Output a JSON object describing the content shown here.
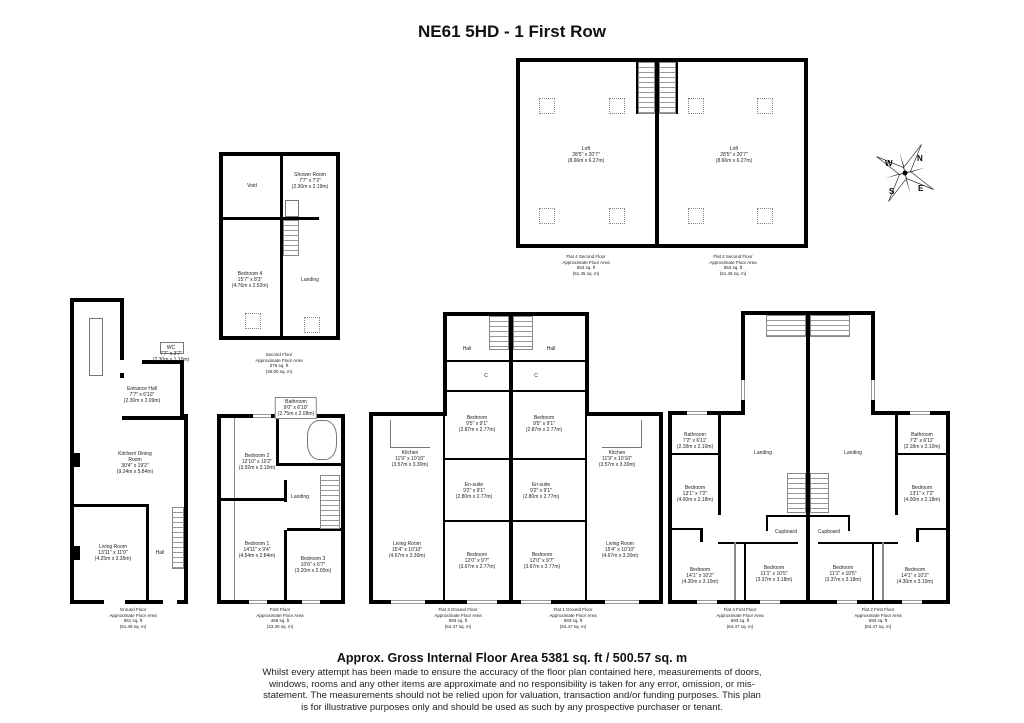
{
  "title": "NE61 5HD - 1 First Row",
  "floors": {
    "ground": {
      "caption": [
        "Ground Floor",
        "Approximate Floor Area",
        "661 sq. ft",
        "(61.49 sq. m)"
      ],
      "rooms": [
        {
          "name": "WC",
          "dims": "7'7\" x 3'7\"",
          "metric": "(2.30m x 1.10m)"
        },
        {
          "name": "Entrance Hall",
          "dims": "7'7\" x 6'10\"",
          "metric": "(2.30m x 2.09m)"
        },
        {
          "name": "Kitchen/ Dining Room",
          "dims": "30'4\" x 19'2\"",
          "metric": "(9.24m x 5.84m)"
        },
        {
          "name": "Living Room",
          "dims": "13'11\" x 11'0\"",
          "metric": "(4.25m x 3.35m)"
        },
        {
          "name": "Hall",
          "dims": "",
          "metric": ""
        }
      ]
    },
    "first": {
      "caption": [
        "First Floor",
        "Approximate Floor Area",
        "466 sq. ft",
        "(43.30 sq. m)"
      ],
      "rooms": [
        {
          "name": "Bathroom",
          "dims": "9'0\" x 6'10\"",
          "metric": "(2.75m x 2.08m)"
        },
        {
          "name": "Bedroom 2",
          "dims": "12'10\" x 10'2\"",
          "metric": "(3.92m x 3.10m)"
        },
        {
          "name": "Landing",
          "dims": "",
          "metric": ""
        },
        {
          "name": "Bedroom 1",
          "dims": "14'11\" x 9'4\"",
          "metric": "(4.54m x 2.84m)"
        },
        {
          "name": "Bedroom 3",
          "dims": "10'6\" x 6'7\"",
          "metric": "(3.20m x 2.00m)"
        }
      ]
    },
    "second": {
      "caption": [
        "Second Floor",
        "Approximate Floor Area",
        "376 sq. ft",
        "(35.00 sq. m)"
      ],
      "rooms": [
        {
          "name": "Void",
          "dims": "",
          "metric": ""
        },
        {
          "name": "Shower Room",
          "dims": "7'7\" x 7'2\"",
          "metric": "(2.30m x 2.19m)"
        },
        {
          "name": "Bedroom 4",
          "dims": "15'7\" x 8'3\"",
          "metric": "(4.76m x 2.52m)"
        },
        {
          "name": "Landing",
          "dims": "",
          "metric": ""
        }
      ]
    },
    "flat4_second": {
      "caption": [
        "Flat 4 Second Floor",
        "Approximate Floor Area",
        "553 sq. ft",
        "(51.45 sq. m)"
      ],
      "rooms": [
        {
          "name": "Loft",
          "dims": "28'5\" x 20'7\"",
          "metric": "(8.66m x 6.27m)"
        }
      ]
    },
    "flat2_second": {
      "caption": [
        "Flat 2 Second Floor",
        "Approximate Floor Area",
        "553 sq. ft",
        "(51.45 sq. m)"
      ],
      "rooms": [
        {
          "name": "Loft",
          "dims": "28'5\" x 20'7\"",
          "metric": "(8.66m x 6.27m)"
        }
      ]
    },
    "flat3_ground": {
      "caption": [
        "Flat 3 Ground Floor",
        "Approximate Floor Area",
        "693 sq. ft",
        "(64.47 sq. m)"
      ],
      "rooms": [
        {
          "name": "Hall",
          "dims": "",
          "metric": ""
        },
        {
          "name": "C",
          "dims": "",
          "metric": ""
        },
        {
          "name": "Bedroom",
          "dims": "9'5\" x 9'1\"",
          "metric": "(2.87m x 2.77m)"
        },
        {
          "name": "Kitchen",
          "dims": "11'9\" x 10'10\"",
          "metric": "(3.57m x 3.30m)"
        },
        {
          "name": "En-suite",
          "dims": "9'2\" x 9'1\"",
          "metric": "(2.80m x 2.77m)"
        },
        {
          "name": "Living Room",
          "dims": "15'4\" x 10'10\"",
          "metric": "(4.67m x 3.30m)"
        },
        {
          "name": "Bedroom",
          "dims": "12'0\" x 9'7\"",
          "metric": "(3.67m x 2.77m)"
        }
      ]
    },
    "flat1_ground": {
      "caption": [
        "Flat 1 Ground Floor",
        "Approximate Floor Area",
        "693 sq. ft",
        "(64.47 sq. m)"
      ],
      "rooms": [
        {
          "name": "Hall",
          "dims": "",
          "metric": ""
        },
        {
          "name": "C",
          "dims": "",
          "metric": ""
        },
        {
          "name": "Bedroom",
          "dims": "9'5\" x 9'1\"",
          "metric": "(2.87m x 2.77m)"
        },
        {
          "name": "Kitchen",
          "dims": "11'9\" x 10'10\"",
          "metric": "(3.57m x 3.30m)"
        },
        {
          "name": "En-suite",
          "dims": "9'2\" x 9'1\"",
          "metric": "(2.80m x 2.77m)"
        },
        {
          "name": "Living Room",
          "dims": "15'4\" x 10'10\"",
          "metric": "(4.67m x 3.30m)"
        },
        {
          "name": "Bedroom",
          "dims": "12'0\" x 9'7\"",
          "metric": "(3.67m x 2.77m)"
        }
      ]
    },
    "flat4_first": {
      "caption": [
        "Flat 4 First Floor",
        "Approximate Floor Area",
        "693 sq. ft",
        "(64.47 sq. m)"
      ],
      "rooms": [
        {
          "name": "Bathroom",
          "dims": "7'2\" x 6'11\"",
          "metric": "(2.18m x 2.10m)"
        },
        {
          "name": "Landing",
          "dims": "",
          "metric": ""
        },
        {
          "name": "Bedroom",
          "dims": "13'1\" x 7'2\"",
          "metric": "(4.00m x 2.18m)"
        },
        {
          "name": "Cupboard",
          "dims": "",
          "metric": ""
        },
        {
          "name": "Bedroom",
          "dims": "14'1\" x 10'2\"",
          "metric": "(4.30m x 3.10m)"
        },
        {
          "name": "Bedroom",
          "dims": "11'1\" x 10'5\"",
          "metric": "(3.37m x 3.18m)"
        }
      ]
    },
    "flat2_first": {
      "caption": [
        "Flat 2 First Floor",
        "Approximate Floor Area",
        "693 sq. ft",
        "(64.47 sq. m)"
      ],
      "rooms": [
        {
          "name": "Bathroom",
          "dims": "7'2\" x 6'11\"",
          "metric": "(2.18m x 2.10m)"
        },
        {
          "name": "Landing",
          "dims": "",
          "metric": ""
        },
        {
          "name": "Bedroom",
          "dims": "13'1\" x 7'2\"",
          "metric": "(4.00m x 2.18m)"
        },
        {
          "name": "Cupboard",
          "dims": "",
          "metric": ""
        },
        {
          "name": "Bedroom",
          "dims": "11'1\" x 10'5\"",
          "metric": "(3.37m x 3.18m)"
        },
        {
          "name": "Bedroom",
          "dims": "14'1\" x 10'2\"",
          "metric": "(4.30m x 3.10m)"
        }
      ]
    }
  },
  "compass": {
    "n": "N",
    "e": "E",
    "s": "S",
    "w": "W"
  },
  "footer": {
    "total": "Approx. Gross Internal Floor Area 5381 sq. ft / 500.57 sq. m",
    "disclaimer": "Whilst every attempt has been made to ensure the accuracy of the floor plan contained here, measurements of doors, windows, rooms and any other items are approximate and no responsibility is taken for any error, omission, or mis-statement. The measurements should not be relied upon for valuation, transaction and/or funding purposes. This plan is for illustrative purposes only and should be used as such by any prospective purchaser or tenant."
  }
}
